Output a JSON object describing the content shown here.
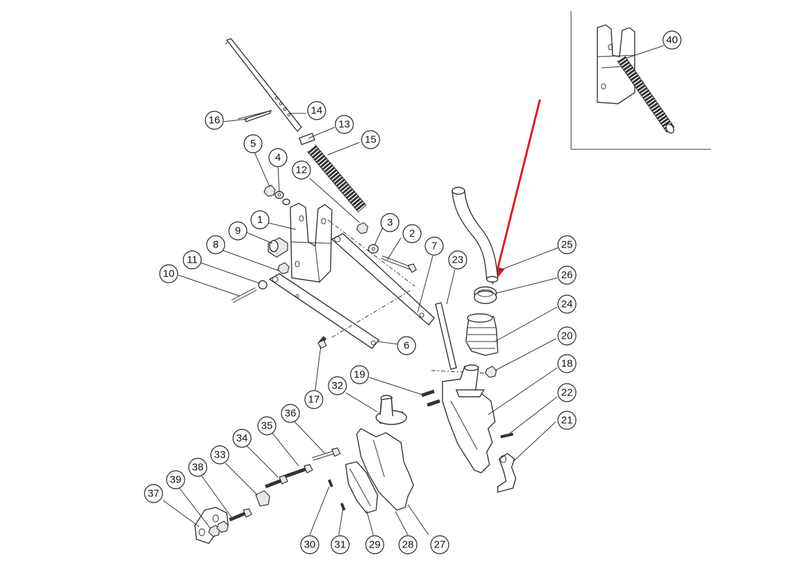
{
  "callouts": {
    "c1": "1",
    "c2": "2",
    "c3": "3",
    "c4": "4",
    "c5": "5",
    "c6": "6",
    "c7": "7",
    "c8": "8",
    "c9": "9",
    "c10": "10",
    "c11": "11",
    "c12": "12",
    "c13": "13",
    "c14": "14",
    "c15": "15",
    "c16": "16",
    "c17": "17",
    "c18": "18",
    "c19": "19",
    "c20": "20",
    "c21": "21",
    "c22": "22",
    "c23": "23",
    "c24": "24",
    "c25": "25",
    "c26": "26",
    "c27": "27",
    "c28": "28",
    "c29": "29",
    "c30": "30",
    "c31": "31",
    "c32": "32",
    "c33": "33",
    "c34": "34",
    "c35": "35",
    "c36": "36",
    "c37": "37",
    "c38": "38",
    "c39": "39",
    "c40": "40"
  },
  "colors": {
    "arrow": "#e8191b",
    "line": "#333333",
    "background": "#ffffff"
  }
}
